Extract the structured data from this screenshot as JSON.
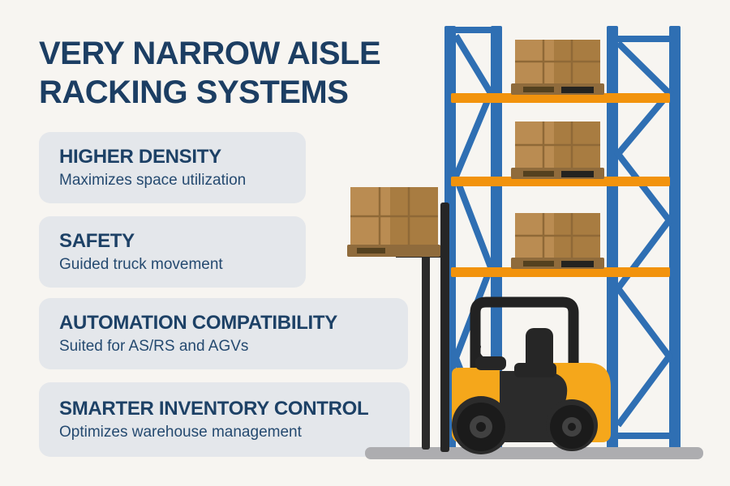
{
  "title": {
    "line1": "VERY NARROW AISLE",
    "line2": "RACKING SYSTEMS"
  },
  "features": [
    {
      "heading": "HIGHER DENSITY",
      "description": "Maximizes space utilization"
    },
    {
      "heading": "SAFETY",
      "description": "Guided truck movement"
    },
    {
      "heading": "AUTOMATION COMPATIBILITY",
      "description": "Suited for AS/RS and AGVs"
    },
    {
      "heading": "SMARTER INVENTORY CONTROL",
      "description": "Optimizes warehouse management"
    }
  ],
  "illustration": {
    "description": "VNA forklift lifting a pallet of boxes beside tall blue pallet racking with orange beams and three stored pallet loads",
    "colors": {
      "page_bg": "#F7F5F1",
      "title_navy": "#1C3E63",
      "heading_navy": "#1D4166",
      "body_navy": "#254A70",
      "card_bg": "#E4E7EB",
      "rack_blue": "#2F6FB3",
      "beam_orange": "#F2930D",
      "box_tan": "#BA8C52",
      "box_shade": "#A87C41",
      "box_seam": "#8F6937",
      "pallet_brown": "#8F6B3C",
      "pallet_slot": "#54411F",
      "forklift_yellow": "#F5A71B",
      "forklift_dark": "#262626",
      "floor_gray": "#ADADB0"
    }
  }
}
